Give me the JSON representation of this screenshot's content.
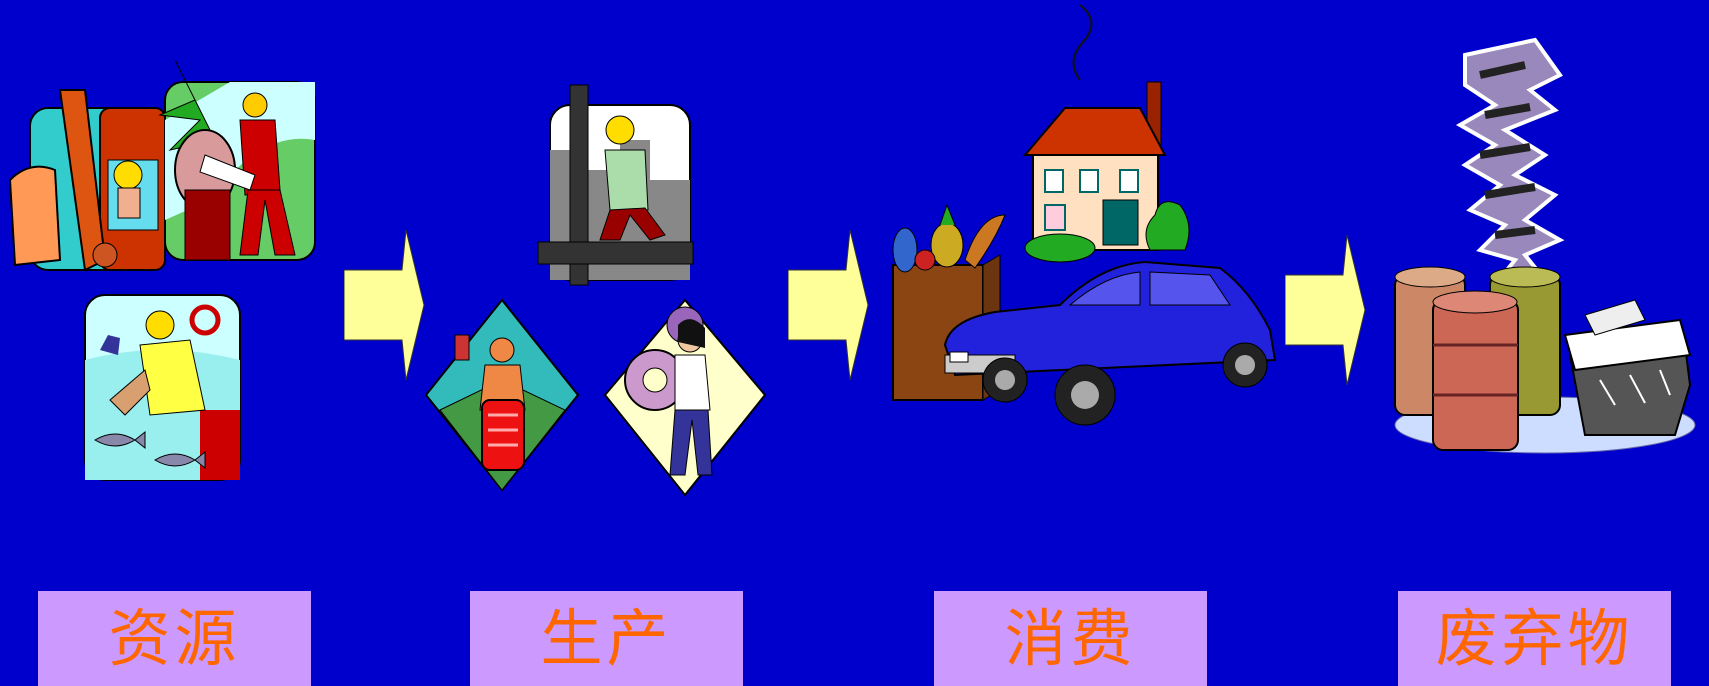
{
  "flow": {
    "stages": [
      {
        "label": "资源"
      },
      {
        "label": "生产"
      },
      {
        "label": "消费"
      },
      {
        "label": "废弃物"
      }
    ]
  },
  "colors": {
    "background": "#0000cc",
    "label_box": "#cc99ff",
    "label_text": "#ff6600",
    "arrow_fill": "#ffff99"
  }
}
